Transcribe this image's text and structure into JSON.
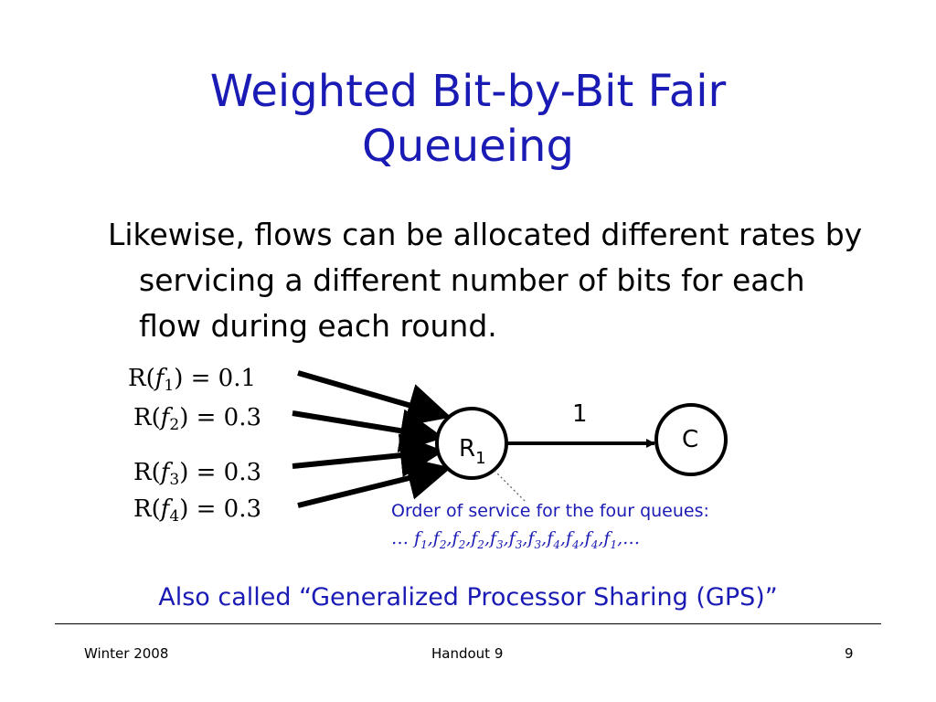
{
  "slide": {
    "title_line1": "Weighted Bit-by-Bit Fair",
    "title_line2": "Queueing",
    "body": "Likewise, flows can be allocated different rates by servicing a different number of bits for each flow during each round.",
    "also_called": "Also called “Generalized Processor Sharing (GPS)”"
  },
  "diagram": {
    "rates": [
      {
        "prefix": "R(",
        "flow": "f",
        "index": "1",
        "suffix": ") = 0.1"
      },
      {
        "prefix": "R(",
        "flow": "f",
        "index": "2",
        "suffix": ") = 0.3"
      },
      {
        "prefix": "R(",
        "flow": "f",
        "index": "3",
        "suffix": ") = 0.3"
      },
      {
        "prefix": "R(",
        "flow": "f",
        "index": "4",
        "suffix": ") = 0.3"
      }
    ],
    "router_label": "R",
    "router_index": "1",
    "dest_label": "C",
    "link_label": "1",
    "order_caption": "Order of service for the four queues:",
    "order_prefix": "… ",
    "order_sequence": [
      "1",
      "2",
      "2",
      "2",
      "3",
      "3",
      "3",
      "4",
      "4",
      "4",
      "1"
    ],
    "order_suffix": ",…"
  },
  "footer": {
    "left": "Winter 2008",
    "center": "Handout 9",
    "right": "9"
  },
  "colors": {
    "title": "#1a1ab5",
    "accent": "#1a1ab5",
    "text": "#000000"
  }
}
